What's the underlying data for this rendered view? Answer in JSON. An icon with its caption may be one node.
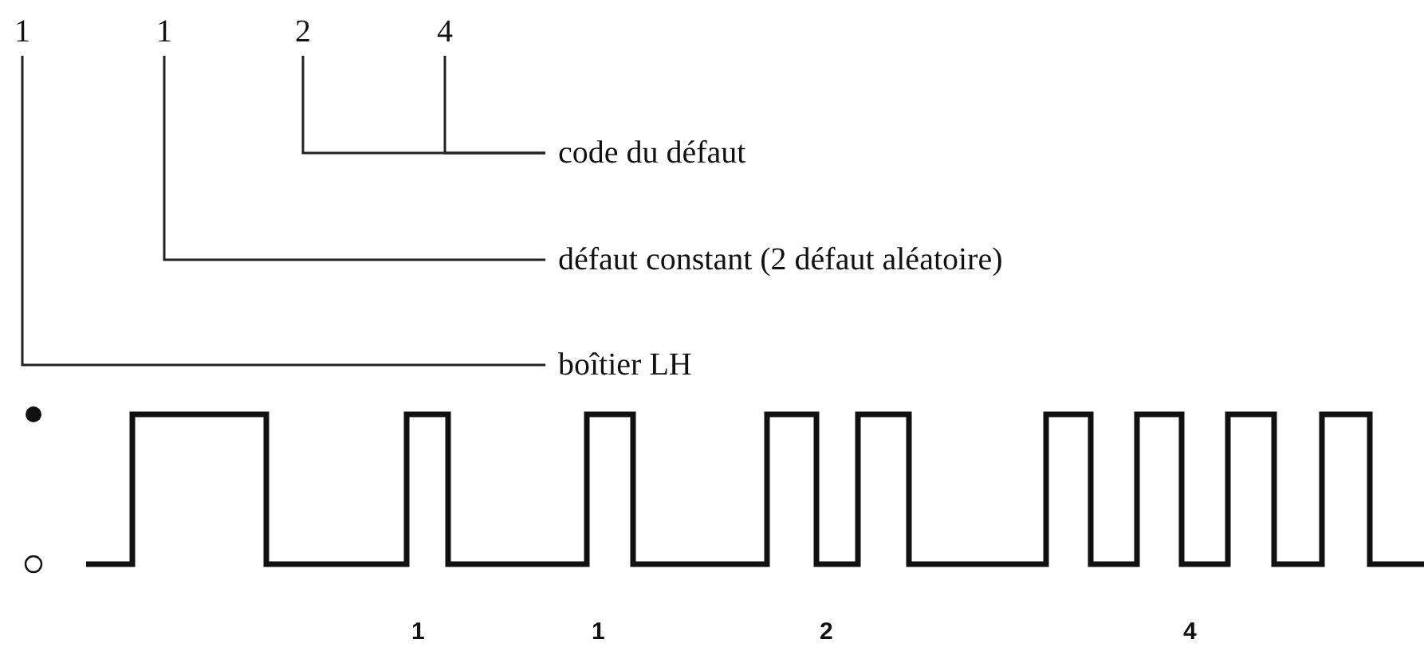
{
  "diagram": {
    "nodes": [
      {
        "text": [
          "1"
        ]
      },
      {
        "text": [
          "1"
        ]
      },
      {
        "text": [
          "2"
        ]
      },
      {
        "text": [
          "4"
        ]
      },
      {
        "text": [
          "code du défaut"
        ]
      },
      {
        "text": [
          "défaut constant (2 défaut aléatoire)"
        ]
      },
      {
        "text": [
          "boîtier LH"
        ]
      }
    ],
    "edges": [
      {
        "from": 2,
        "to": 4,
        "arrow": "none"
      },
      {
        "from": 3,
        "to": 4,
        "arrow": "none"
      },
      {
        "from": 1,
        "to": 5,
        "arrow": "none"
      },
      {
        "from": 0,
        "to": 6,
        "arrow": "none"
      }
    ],
    "labels": [
      "1",
      "1",
      "2",
      "4"
    ]
  }
}
